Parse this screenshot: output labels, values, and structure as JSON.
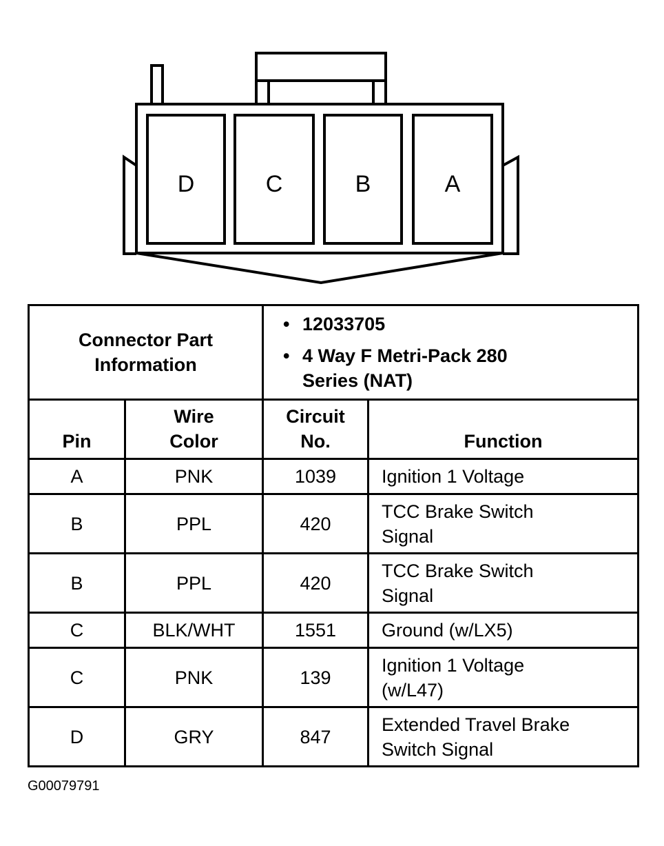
{
  "connector": {
    "cavities": [
      "D",
      "C",
      "B",
      "A"
    ]
  },
  "header": {
    "label": "Connector Part Information",
    "items": [
      "12033705",
      "4 Way F Metri-Pack 280 Series (NAT)"
    ]
  },
  "columns": {
    "pin": "Pin",
    "wire_color": "Wire Color",
    "circuit": "Circuit No.",
    "function": "Function"
  },
  "rows": [
    {
      "pin": "A",
      "color": "PNK",
      "circuit": "1039",
      "function": "Ignition 1 Voltage"
    },
    {
      "pin": "B",
      "color": "PPL",
      "circuit": "420",
      "function": "TCC Brake Switch Signal"
    },
    {
      "pin": "B",
      "color": "PPL",
      "circuit": "420",
      "function": "TCC Brake Switch Signal"
    },
    {
      "pin": "C",
      "color": "BLK/WHT",
      "circuit": "1551",
      "function": "Ground (w/LX5)"
    },
    {
      "pin": "C",
      "color": "PNK",
      "circuit": "139",
      "function": "Ignition 1 Voltage (w/L47)"
    },
    {
      "pin": "D",
      "color": "GRY",
      "circuit": "847",
      "function": "Extended Travel Brake Switch Signal"
    }
  ],
  "caption": "G00079791"
}
